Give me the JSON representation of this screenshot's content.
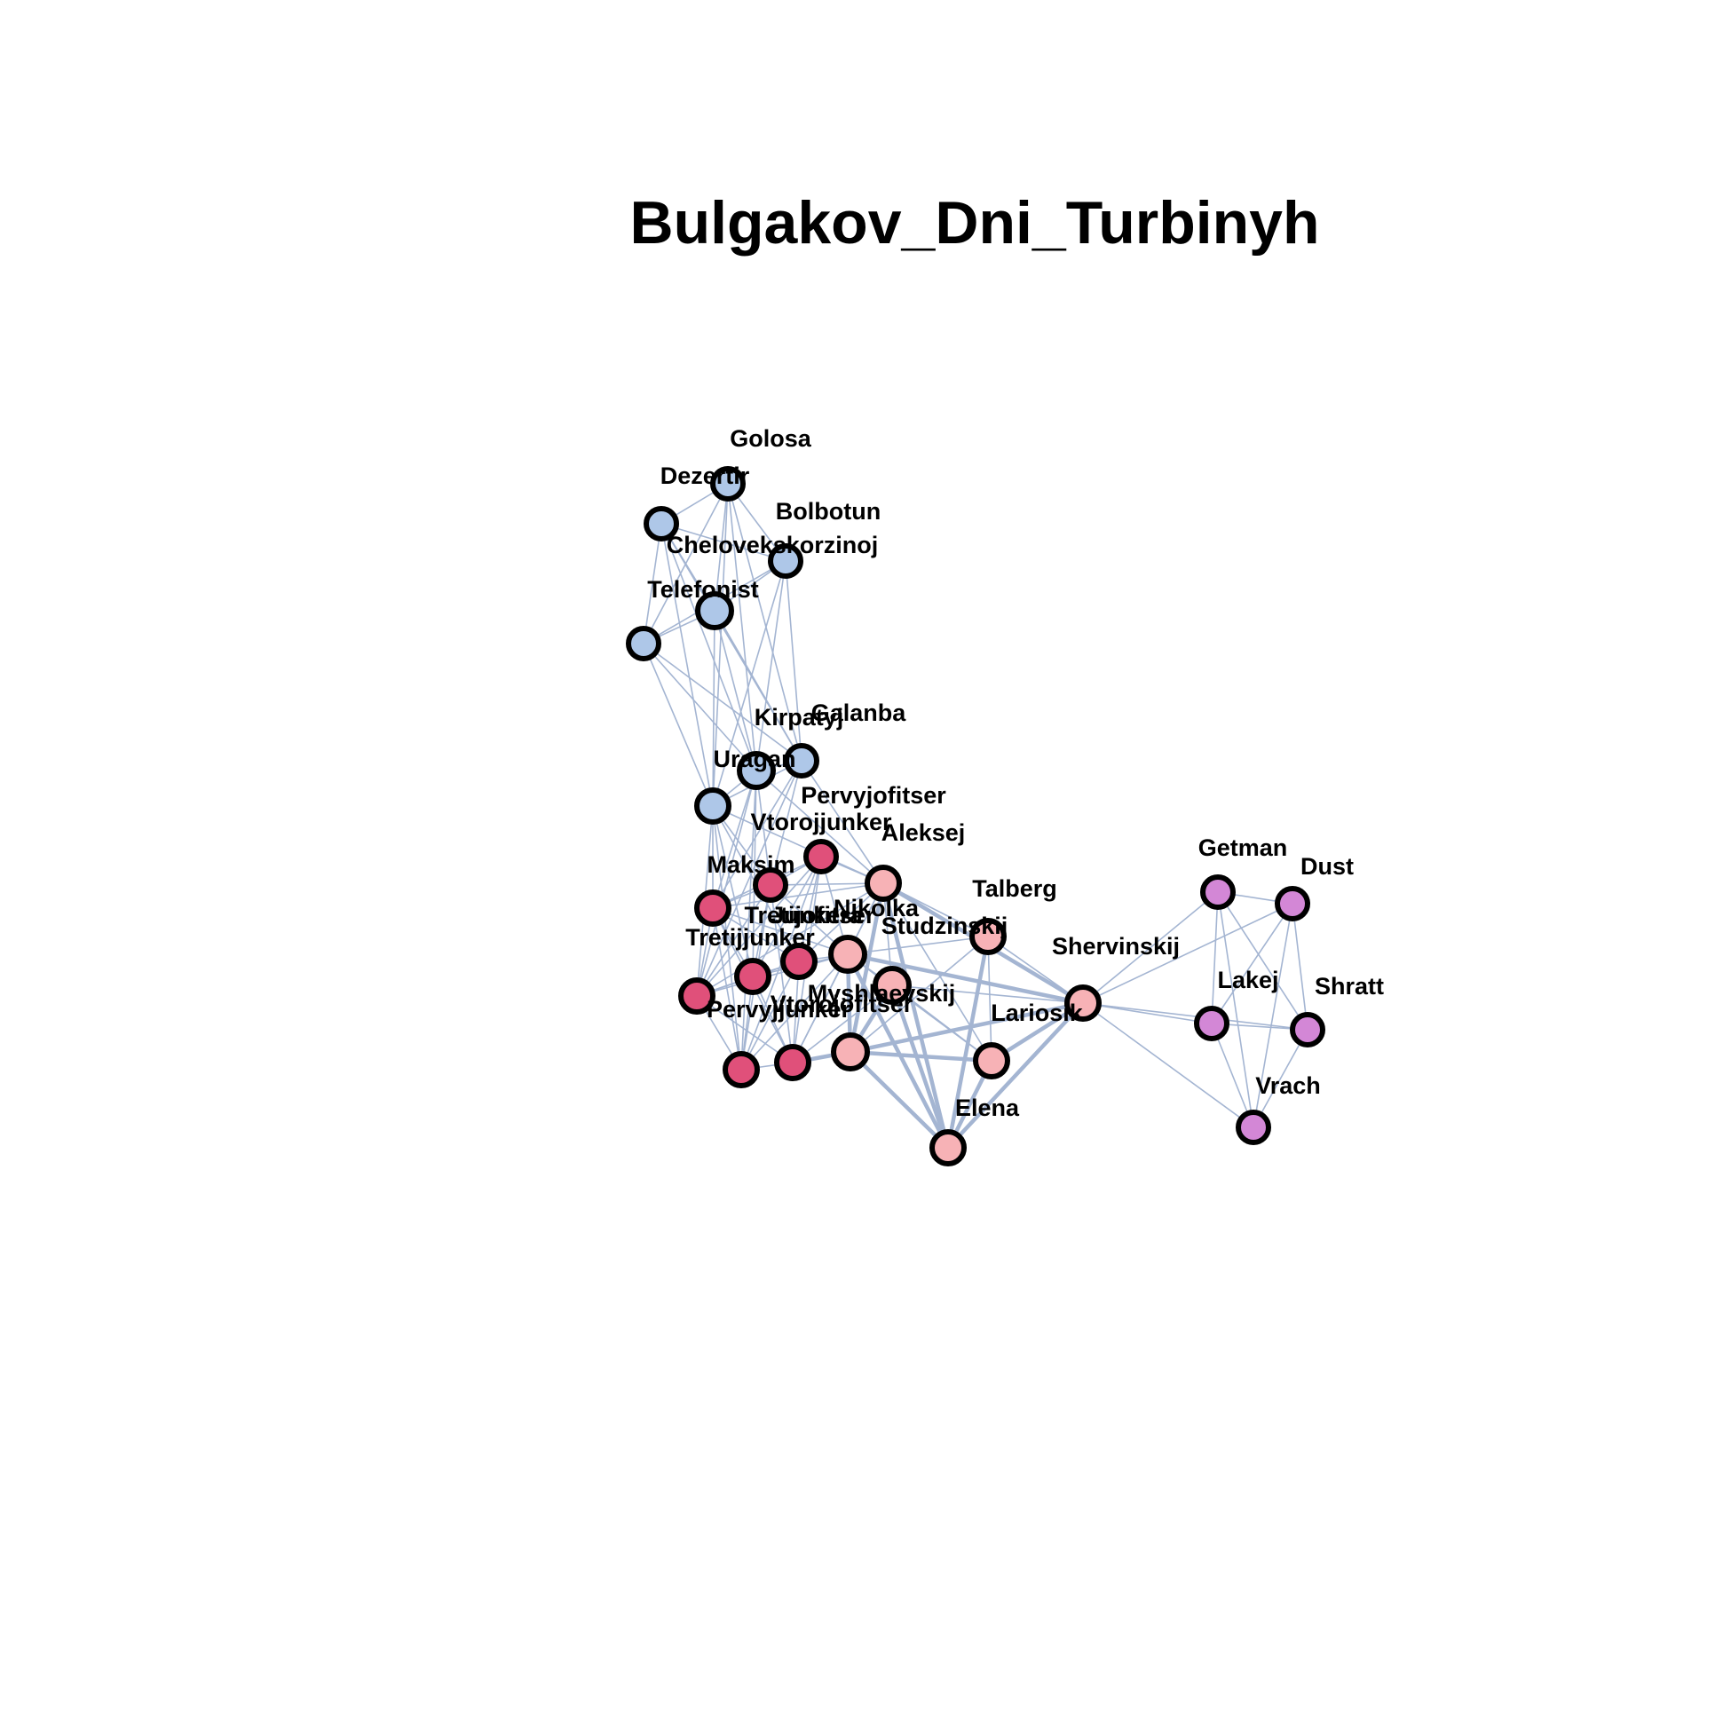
{
  "title": "Bulgakov_Dni_Turbinyh",
  "colors": {
    "edge": "#a4b5d2",
    "node_stroke": "#000000",
    "groups": {
      "blue": "#aec7e8",
      "crimson": "#e0507a",
      "pink": "#f7b2b6",
      "violet": "#d387d6"
    }
  },
  "nodes": [
    {
      "id": "golosa",
      "label": "Golosa",
      "group": "blue"
    },
    {
      "id": "dezertir",
      "label": "Dezertir",
      "group": "blue"
    },
    {
      "id": "bolbotun",
      "label": "Bolbotun",
      "group": "blue"
    },
    {
      "id": "chelovekskorzinoj",
      "label": "Chelovekskorzinoj",
      "group": "blue"
    },
    {
      "id": "telefonist",
      "label": "Telefonist",
      "group": "blue"
    },
    {
      "id": "galanba",
      "label": "Galanba",
      "group": "blue"
    },
    {
      "id": "kirpatyj",
      "label": "Kirpatyj",
      "group": "blue"
    },
    {
      "id": "uragan",
      "label": "Uragan",
      "group": "blue"
    },
    {
      "id": "pervyjofitser",
      "label": "Pervyjofitser",
      "group": "crimson"
    },
    {
      "id": "vtorojjunker",
      "label": "Vtorojjunker",
      "group": "crimson"
    },
    {
      "id": "maksim",
      "label": "Maksim",
      "group": "crimson"
    },
    {
      "id": "tretijofitser",
      "label": "Tretijofitser",
      "group": "crimson"
    },
    {
      "id": "tretijjunker",
      "label": "Tretijjunker",
      "group": "crimson"
    },
    {
      "id": "junkera",
      "label": "Junkera",
      "group": "crimson"
    },
    {
      "id": "pervyjjunker",
      "label": "Pervyjjunker",
      "group": "crimson"
    },
    {
      "id": "vtorojofitser",
      "label": "Vtorojofitser",
      "group": "crimson"
    },
    {
      "id": "aleksej",
      "label": "Aleksej",
      "group": "pink"
    },
    {
      "id": "nikolka",
      "label": "Nikolka",
      "group": "pink"
    },
    {
      "id": "studzinskij",
      "label": "Studzinskij",
      "group": "pink"
    },
    {
      "id": "talberg",
      "label": "Talberg",
      "group": "pink"
    },
    {
      "id": "myshlaevskij",
      "label": "Myshlaevskij",
      "group": "pink"
    },
    {
      "id": "lariosik",
      "label": "Lariosik",
      "group": "pink"
    },
    {
      "id": "elena",
      "label": "Elena",
      "group": "pink"
    },
    {
      "id": "shervinskij",
      "label": "Shervinskij",
      "group": "pink"
    },
    {
      "id": "getman",
      "label": "Getman",
      "group": "violet"
    },
    {
      "id": "dust",
      "label": "Dust",
      "group": "violet"
    },
    {
      "id": "lakej",
      "label": "Lakej",
      "group": "violet"
    },
    {
      "id": "shratt",
      "label": "Shratt",
      "group": "violet"
    },
    {
      "id": "vrach",
      "label": "Vrach",
      "group": "violet"
    }
  ],
  "edges": [
    [
      "golosa",
      "dezertir"
    ],
    [
      "golosa",
      "chelovekskorzinoj"
    ],
    [
      "golosa",
      "bolbotun"
    ],
    [
      "golosa",
      "telefonist"
    ],
    [
      "golosa",
      "galanba"
    ],
    [
      "golosa",
      "kirpatyj"
    ],
    [
      "golosa",
      "uragan"
    ],
    [
      "dezertir",
      "chelovekskorzinoj"
    ],
    [
      "dezertir",
      "telefonist"
    ],
    [
      "dezertir",
      "bolbotun"
    ],
    [
      "dezertir",
      "galanba"
    ],
    [
      "dezertir",
      "kirpatyj"
    ],
    [
      "dezertir",
      "uragan"
    ],
    [
      "chelovekskorzinoj",
      "bolbotun"
    ],
    [
      "chelovekskorzinoj",
      "telefonist"
    ],
    [
      "chelovekskorzinoj",
      "galanba"
    ],
    [
      "chelovekskorzinoj",
      "kirpatyj"
    ],
    [
      "chelovekskorzinoj",
      "uragan"
    ],
    [
      "bolbotun",
      "telefonist"
    ],
    [
      "bolbotun",
      "galanba"
    ],
    [
      "bolbotun",
      "kirpatyj"
    ],
    [
      "bolbotun",
      "uragan"
    ],
    [
      "telefonist",
      "kirpatyj"
    ],
    [
      "telefonist",
      "uragan"
    ],
    [
      "telefonist",
      "galanba"
    ],
    [
      "galanba",
      "kirpatyj"
    ],
    [
      "galanba",
      "uragan"
    ],
    [
      "kirpatyj",
      "uragan"
    ],
    [
      "uragan",
      "maksim"
    ],
    [
      "uragan",
      "vtorojjunker"
    ],
    [
      "uragan",
      "tretijjunker"
    ],
    [
      "uragan",
      "pervyjjunker"
    ],
    [
      "uragan",
      "junkera"
    ],
    [
      "uragan",
      "aleksej"
    ],
    [
      "uragan",
      "tretijofitser"
    ],
    [
      "kirpatyj",
      "vtorojjunker"
    ],
    [
      "kirpatyj",
      "maksim"
    ],
    [
      "kirpatyj",
      "tretijjunker"
    ],
    [
      "kirpatyj",
      "junkera"
    ],
    [
      "kirpatyj",
      "aleksej"
    ],
    [
      "kirpatyj",
      "pervyjjunker"
    ],
    [
      "galanba",
      "vtorojjunker"
    ],
    [
      "galanba",
      "aleksej"
    ],
    [
      "galanba",
      "junkera"
    ],
    [
      "galanba",
      "maksim"
    ],
    [
      "pervyjofitser",
      "vtorojjunker"
    ],
    [
      "pervyjofitser",
      "maksim"
    ],
    [
      "pervyjofitser",
      "aleksej"
    ],
    [
      "pervyjofitser",
      "tretijofitser"
    ],
    [
      "pervyjofitser",
      "junkera"
    ],
    [
      "pervyjofitser",
      "tretijjunker"
    ],
    [
      "pervyjofitser",
      "pervyjjunker"
    ],
    [
      "pervyjofitser",
      "vtorojofitser"
    ],
    [
      "pervyjofitser",
      "nikolka"
    ],
    [
      "vtorojjunker",
      "maksim"
    ],
    [
      "vtorojjunker",
      "tretijjunker"
    ],
    [
      "vtorojjunker",
      "junkera"
    ],
    [
      "vtorojjunker",
      "aleksej"
    ],
    [
      "vtorojjunker",
      "pervyjjunker"
    ],
    [
      "vtorojjunker",
      "vtorojofitser"
    ],
    [
      "vtorojjunker",
      "nikolka"
    ],
    [
      "maksim",
      "tretijjunker"
    ],
    [
      "maksim",
      "tretijofitser"
    ],
    [
      "maksim",
      "junkera"
    ],
    [
      "maksim",
      "pervyjjunker"
    ],
    [
      "maksim",
      "vtorojofitser"
    ],
    [
      "maksim",
      "aleksej"
    ],
    [
      "maksim",
      "nikolka"
    ],
    [
      "tretijofitser",
      "tretijjunker"
    ],
    [
      "tretijofitser",
      "junkera"
    ],
    [
      "tretijofitser",
      "pervyjjunker"
    ],
    [
      "tretijofitser",
      "vtorojofitser"
    ],
    [
      "tretijofitser",
      "aleksej"
    ],
    [
      "tretijofitser",
      "nikolka"
    ],
    [
      "tretijjunker",
      "junkera"
    ],
    [
      "tretijjunker",
      "pervyjjunker"
    ],
    [
      "tretijjunker",
      "vtorojofitser"
    ],
    [
      "tretijjunker",
      "nikolka"
    ],
    [
      "junkera",
      "pervyjjunker"
    ],
    [
      "junkera",
      "vtorojofitser"
    ],
    [
      "junkera",
      "aleksej"
    ],
    [
      "junkera",
      "nikolka"
    ],
    [
      "pervyjjunker",
      "vtorojofitser"
    ],
    [
      "pervyjjunker",
      "nikolka"
    ],
    [
      "vtorojofitser",
      "aleksej"
    ],
    [
      "vtorojofitser",
      "nikolka"
    ],
    [
      "vtorojofitser",
      "myshlaevskij"
    ],
    [
      "vtorojofitser",
      "studzinskij"
    ],
    [
      "aleksej",
      "nikolka"
    ],
    [
      "aleksej",
      "studzinskij"
    ],
    [
      "aleksej",
      "talberg"
    ],
    [
      "aleksej",
      "myshlaevskij"
    ],
    [
      "aleksej",
      "lariosik"
    ],
    [
      "aleksej",
      "elena"
    ],
    [
      "aleksej",
      "shervinskij"
    ],
    [
      "nikolka",
      "studzinskij"
    ],
    [
      "nikolka",
      "myshlaevskij"
    ],
    [
      "nikolka",
      "lariosik"
    ],
    [
      "nikolka",
      "elena"
    ],
    [
      "nikolka",
      "shervinskij"
    ],
    [
      "nikolka",
      "talberg"
    ],
    [
      "studzinskij",
      "myshlaevskij"
    ],
    [
      "studzinskij",
      "lariosik"
    ],
    [
      "studzinskij",
      "elena"
    ],
    [
      "studzinskij",
      "shervinskij"
    ],
    [
      "talberg",
      "elena"
    ],
    [
      "talberg",
      "shervinskij"
    ],
    [
      "talberg",
      "myshlaevskij"
    ],
    [
      "talberg",
      "lariosik"
    ],
    [
      "myshlaevskij",
      "lariosik"
    ],
    [
      "myshlaevskij",
      "elena"
    ],
    [
      "myshlaevskij",
      "shervinskij"
    ],
    [
      "lariosik",
      "elena"
    ],
    [
      "lariosik",
      "shervinskij"
    ],
    [
      "elena",
      "shervinskij"
    ],
    [
      "shervinskij",
      "getman"
    ],
    [
      "shervinskij",
      "lakej"
    ],
    [
      "shervinskij",
      "dust"
    ],
    [
      "shervinskij",
      "vrach"
    ],
    [
      "shervinskij",
      "shratt"
    ],
    [
      "getman",
      "dust"
    ],
    [
      "getman",
      "lakej"
    ],
    [
      "getman",
      "shratt"
    ],
    [
      "getman",
      "vrach"
    ],
    [
      "dust",
      "lakej"
    ],
    [
      "dust",
      "shratt"
    ],
    [
      "dust",
      "vrach"
    ],
    [
      "lakej",
      "shratt"
    ],
    [
      "lakej",
      "vrach"
    ],
    [
      "shratt",
      "vrach"
    ]
  ],
  "heavy_edges": [
    [
      "aleksej",
      "elena"
    ],
    [
      "nikolka",
      "elena"
    ],
    [
      "myshlaevskij",
      "elena"
    ],
    [
      "studzinskij",
      "elena"
    ],
    [
      "lariosik",
      "elena"
    ],
    [
      "elena",
      "shervinskij"
    ],
    [
      "myshlaevskij",
      "shervinskij"
    ],
    [
      "lariosik",
      "shervinskij"
    ],
    [
      "nikolka",
      "myshlaevskij"
    ],
    [
      "aleksej",
      "myshlaevskij"
    ],
    [
      "myshlaevskij",
      "lariosik"
    ],
    [
      "vtorojofitser",
      "myshlaevskij"
    ],
    [
      "nikolka",
      "shervinskij"
    ],
    [
      "aleksej",
      "shervinskij"
    ],
    [
      "studzinskij",
      "myshlaevskij"
    ],
    [
      "talberg",
      "elena"
    ]
  ]
}
